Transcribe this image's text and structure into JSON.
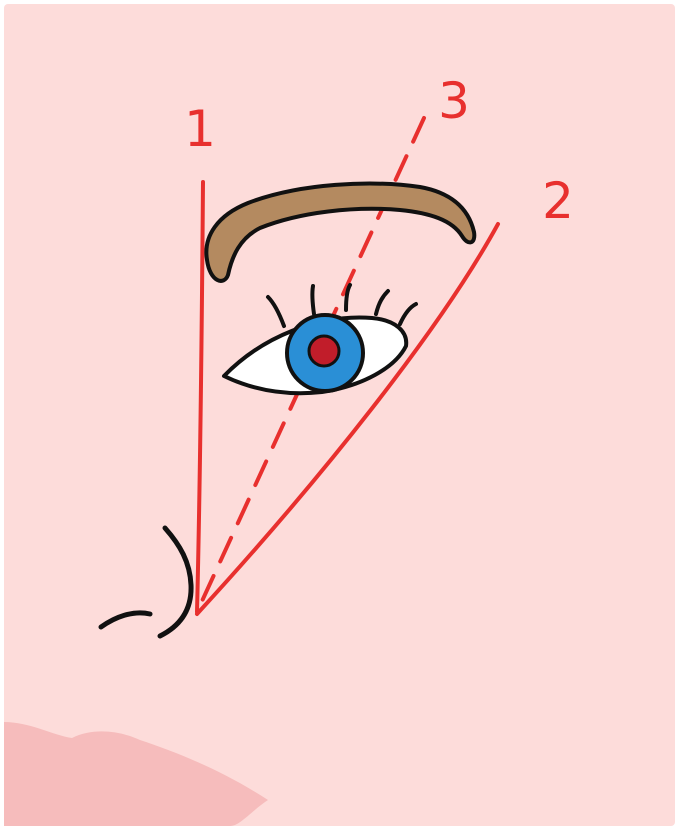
{
  "labels": {
    "line1": "1",
    "line2": "2",
    "line3": "3"
  },
  "colors": {
    "background": "#fddcda",
    "border": "#ffffff",
    "guide_line": "#e8302e",
    "brow": "#b48a60",
    "outline": "#111111",
    "eye_white": "#ffffff",
    "iris": "#2a8fd6",
    "pupil": "#c11d2a",
    "lips": "#f6bcbc"
  },
  "icons": {
    "eyebrow": "eyebrow-shape",
    "eye": "eye-shape",
    "nose": "nose-shape",
    "lips": "lips-shape"
  }
}
